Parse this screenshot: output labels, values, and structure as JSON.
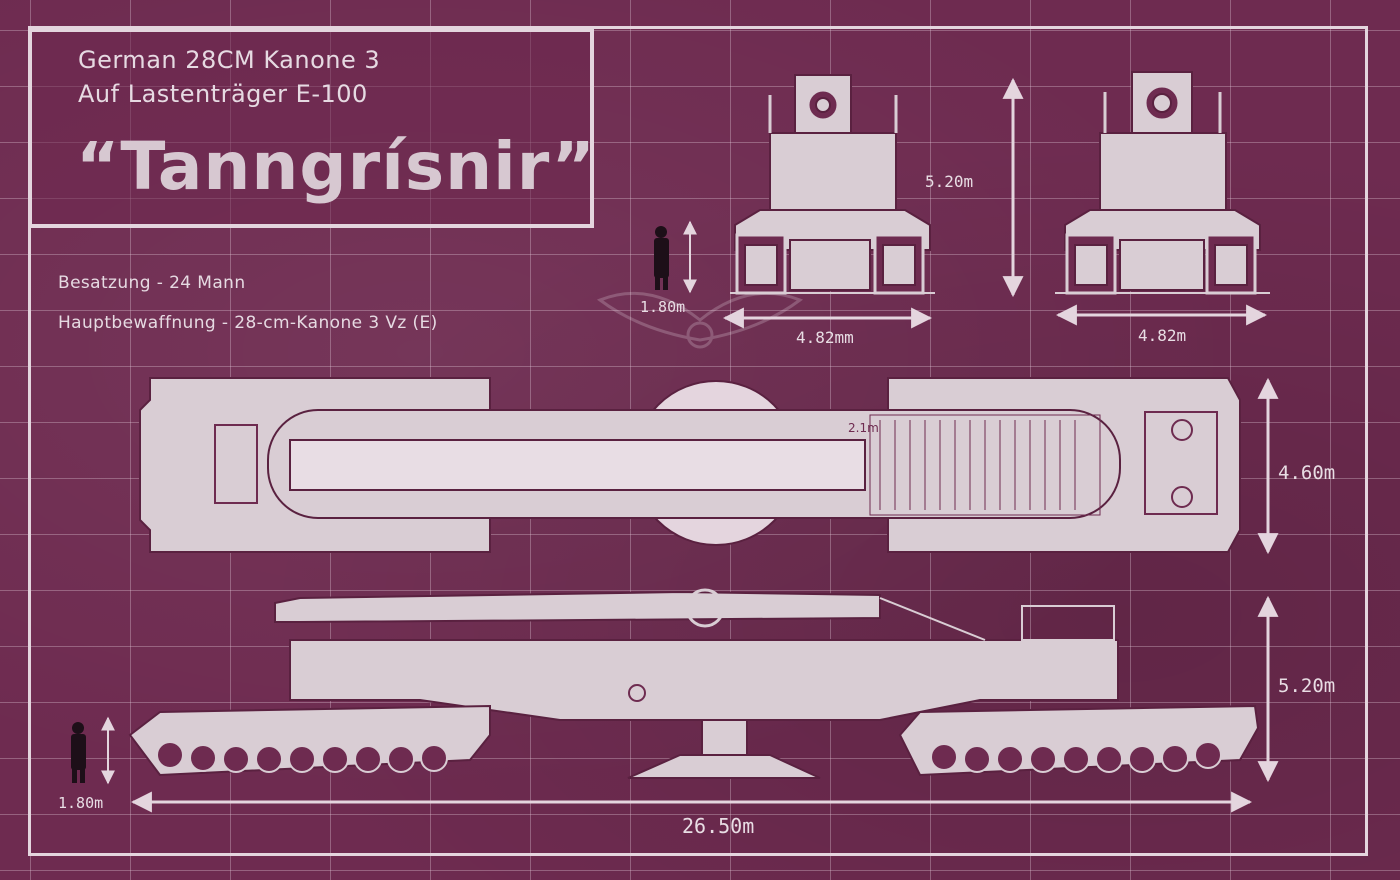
{
  "title": {
    "line1": "German 28CM Kanone 3",
    "line2": "Auf Lastenträger E-100",
    "name": "“Tanngrísnir”"
  },
  "specs": {
    "crew": "Besatzung - 24 Mann",
    "armament": "Hauptbewaffnung - 28-cm-Kanone 3 Vz (E)"
  },
  "dimensions": {
    "front_height": "5.20m",
    "front_width": "4.82mm",
    "rear_width": "4.82m",
    "top_width": "4.60m",
    "side_height": "5.20m",
    "total_length": "26.50m",
    "figure_height_top": "1.80m",
    "figure_height_bottom": "1.80m",
    "turntable_label": "2.1m"
  },
  "colors": {
    "background": "#6e2b50",
    "line": "#e4d5de",
    "fill": "#d9cdd4"
  }
}
